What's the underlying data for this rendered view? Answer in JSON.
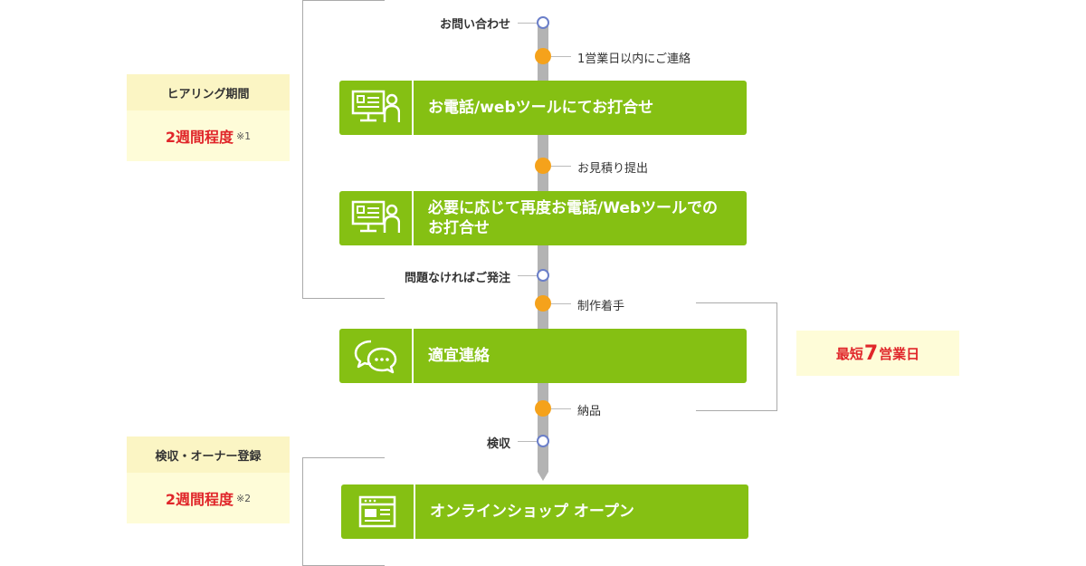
{
  "timeline": {
    "inquiry": "お問い合わせ",
    "contact_within": "1営業日以内にご連絡",
    "estimate": "お見積り提出",
    "order_if_ok": "問題なければご発注",
    "production_start": "制作着手",
    "delivery": "納品",
    "acceptance": "検収"
  },
  "steps": [
    {
      "text": "お電話/webツールにてお打合せ",
      "icon": "computer-person-icon"
    },
    {
      "text": "必要に応じて再度お電話/Webツールでのお打合せ",
      "icon": "computer-person-icon"
    },
    {
      "text": "適宜連絡",
      "icon": "chat-bubbles-icon"
    },
    {
      "text": "オンラインショップ オープン",
      "icon": "browser-window-icon"
    }
  ],
  "periods": {
    "hearing": {
      "title": "ヒアリング期間",
      "value": "2週間程度",
      "note": "※1"
    },
    "production": {
      "prefix": "最短",
      "number": "7",
      "suffix": "営業日"
    },
    "acceptance": {
      "title": "検収・オーナー登録",
      "value": "2週間程度",
      "note": "※2"
    }
  },
  "colors": {
    "step_green": "#85c013",
    "dot_orange": "#f5a21b",
    "dot_blue_outline": "#6b7fc9",
    "highlight_red": "#e0262a",
    "info_yellow": "#fefcd8"
  }
}
